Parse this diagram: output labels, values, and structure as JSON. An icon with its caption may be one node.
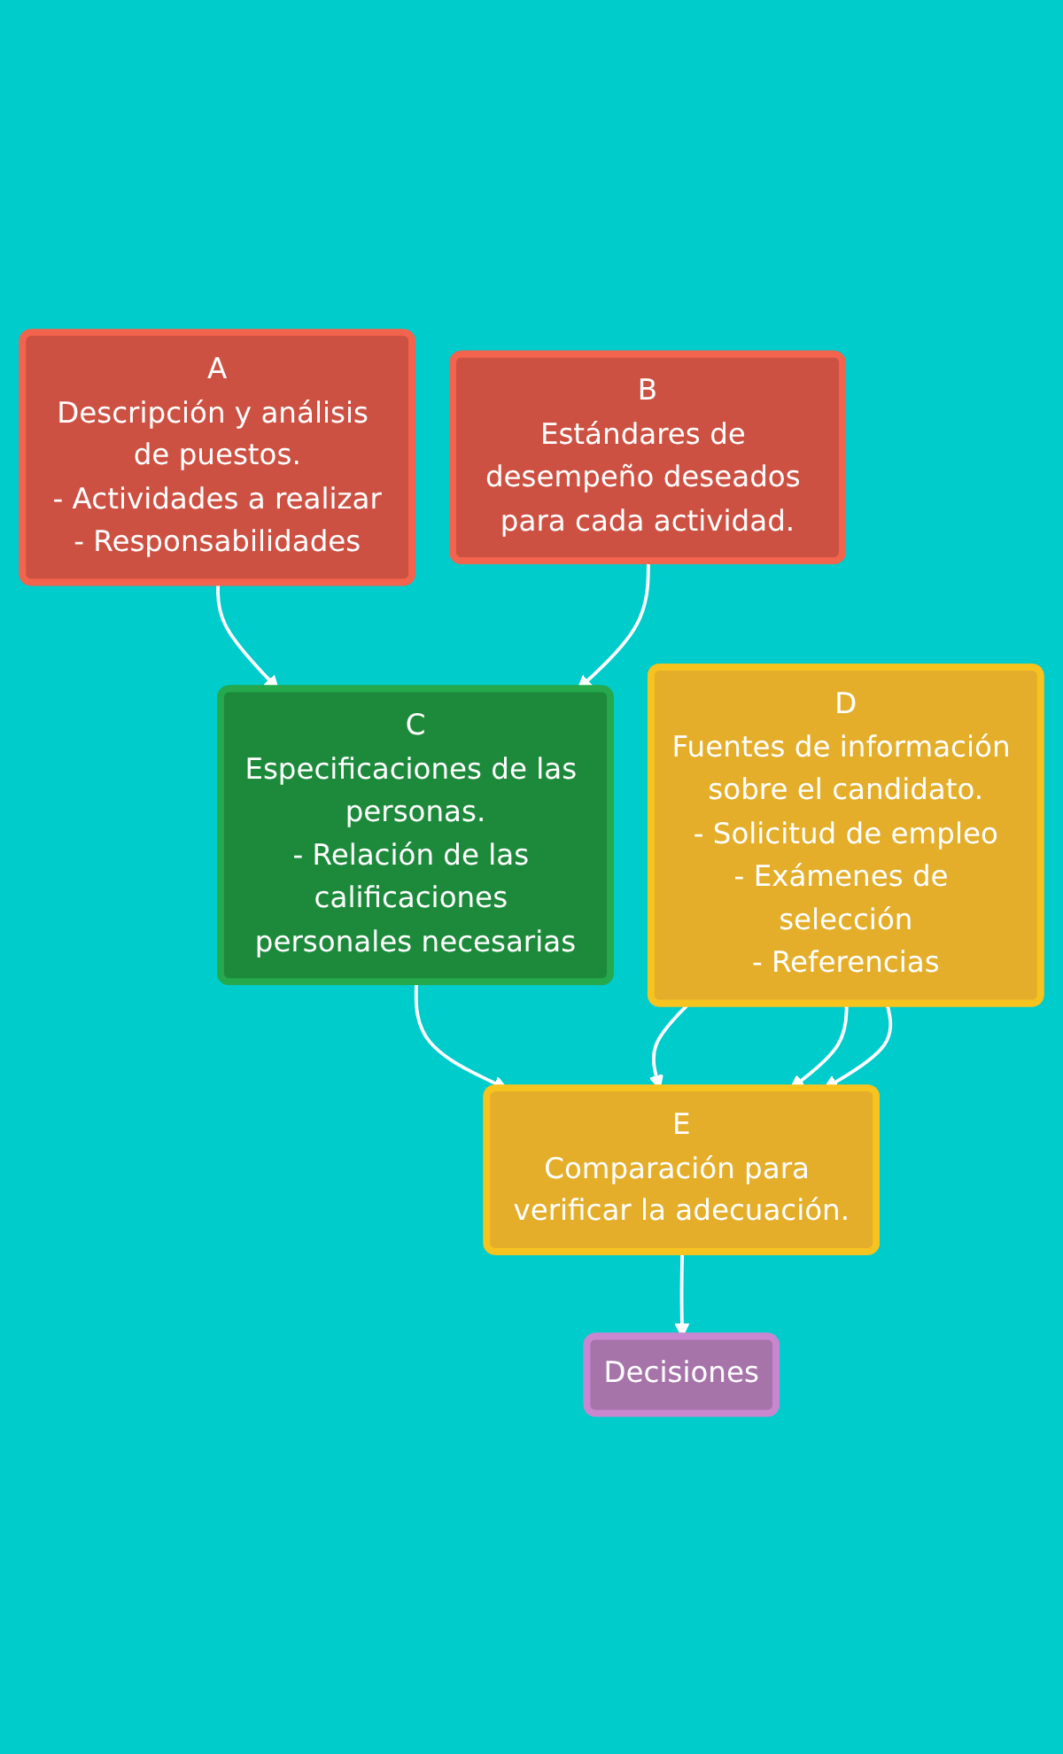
{
  "diagram": {
    "nodes": [
      {
        "text": [
          "A",
          "Descripción y análisis de puestos.",
          "- Actividades a realizar",
          "- Responsabilidades"
        ]
      },
      {
        "text": [
          "B",
          "Estándares de desempeño deseados para cada actividad."
        ]
      },
      {
        "text": [
          "C",
          "Especificaciones de las personas.",
          "- Relación de las calificaciones personales necesarias"
        ]
      },
      {
        "text": [
          "E",
          "Comparación para verificar la adecuación."
        ]
      },
      {
        "text": [
          "Decisiones"
        ]
      },
      {
        "text": [
          "D",
          "Fuentes de información sobre el candidato.",
          "- Solicitud de empleo",
          "- Exámenes de selección",
          "- Referencias"
        ]
      }
    ],
    "edges": [
      {
        "from": 0,
        "to": 2,
        "arrow": "to"
      },
      {
        "from": 1,
        "to": 2,
        "arrow": "to"
      },
      {
        "from": 2,
        "to": 3,
        "arrow": "to"
      },
      {
        "from": 3,
        "to": 4,
        "arrow": "to"
      },
      {
        "from": 5,
        "to": 3,
        "arrow": "to"
      },
      {
        "from": 5,
        "to": 3,
        "arrow": "to"
      },
      {
        "from": 5,
        "to": 3,
        "arrow": "to"
      }
    ]
  }
}
